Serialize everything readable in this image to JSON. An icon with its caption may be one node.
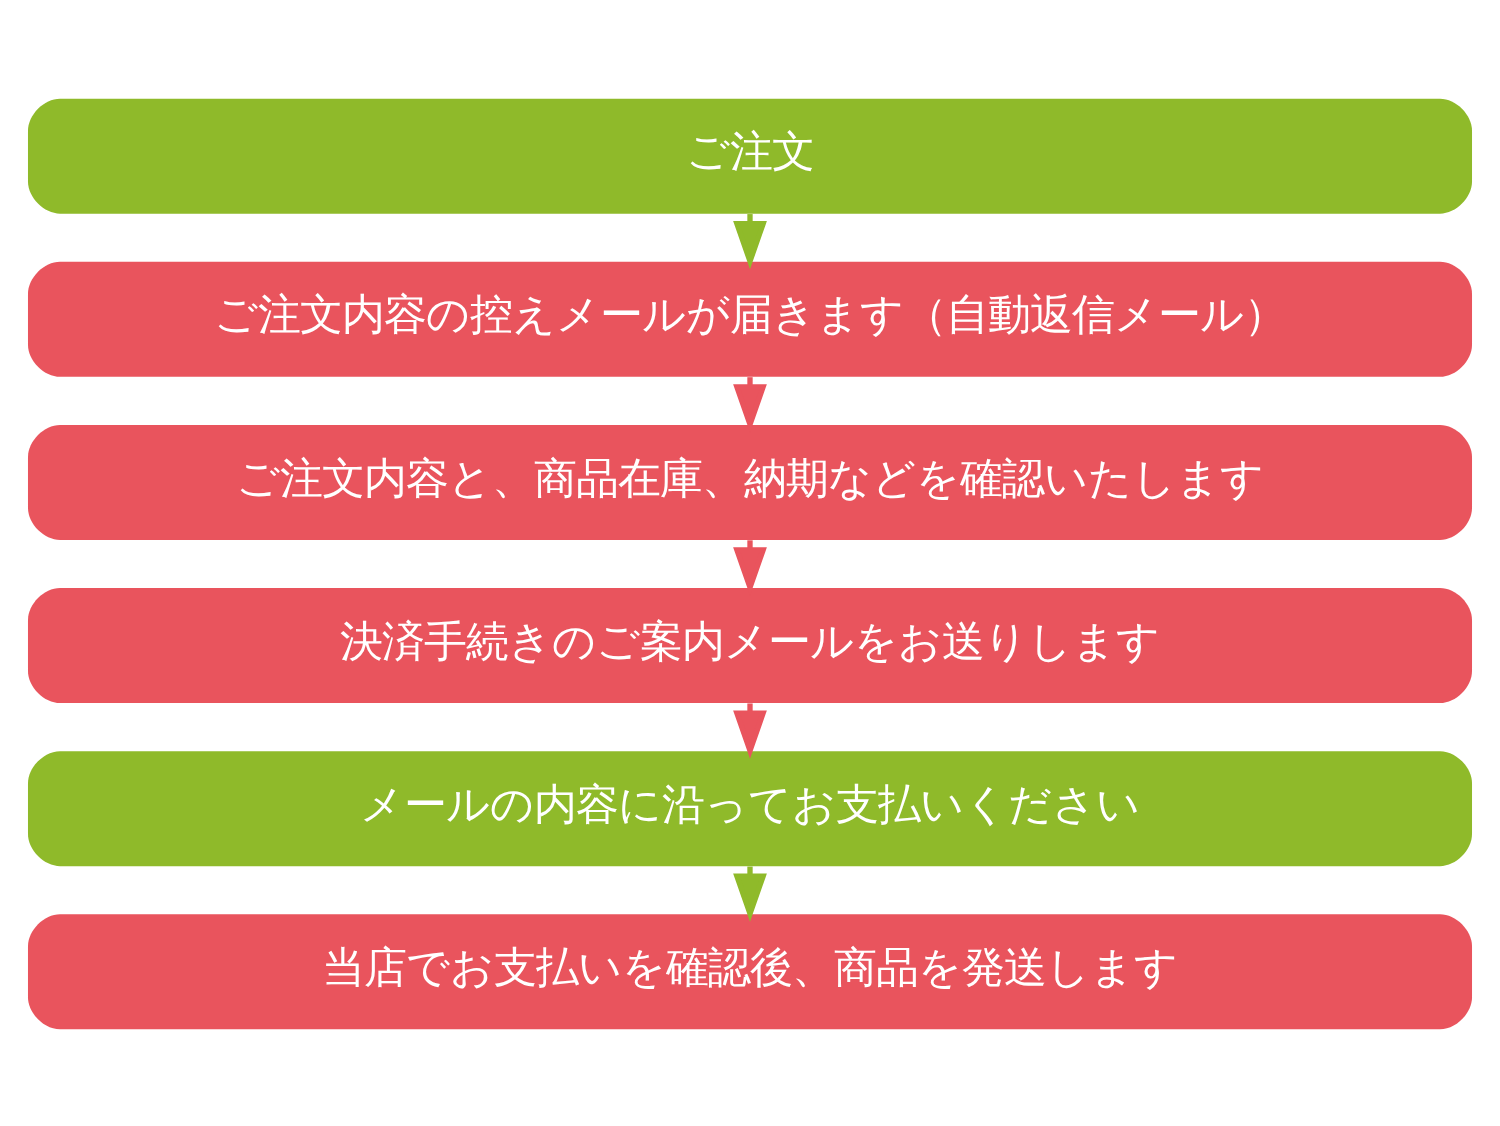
{
  "diagram": {
    "nodes": [
      {
        "text": [
          "ご注文"
        ]
      },
      {
        "text": [
          "ご注文内容の控えメールが届きます（自動返信メール）"
        ]
      },
      {
        "text": [
          "ご注文内容と、商品在庫、納期などを確認いたします"
        ]
      },
      {
        "text": [
          "決済手続きのご案内メールをお送りします"
        ]
      },
      {
        "text": [
          "メールの内容に沿ってお支払いください"
        ]
      },
      {
        "text": [
          "当店でお支払いを確認後、商品を発送します"
        ]
      }
    ],
    "edges": [
      {
        "from": 0,
        "to": 1,
        "arrow": "to",
        "color": "#8fba2a"
      },
      {
        "from": 1,
        "to": 2,
        "arrow": "to"
      },
      {
        "from": 2,
        "to": 3,
        "arrow": "to"
      },
      {
        "from": 3,
        "to": 4,
        "arrow": "to"
      },
      {
        "from": 4,
        "to": 5,
        "arrow": "to",
        "color": "#8fba2a"
      }
    ]
  }
}
